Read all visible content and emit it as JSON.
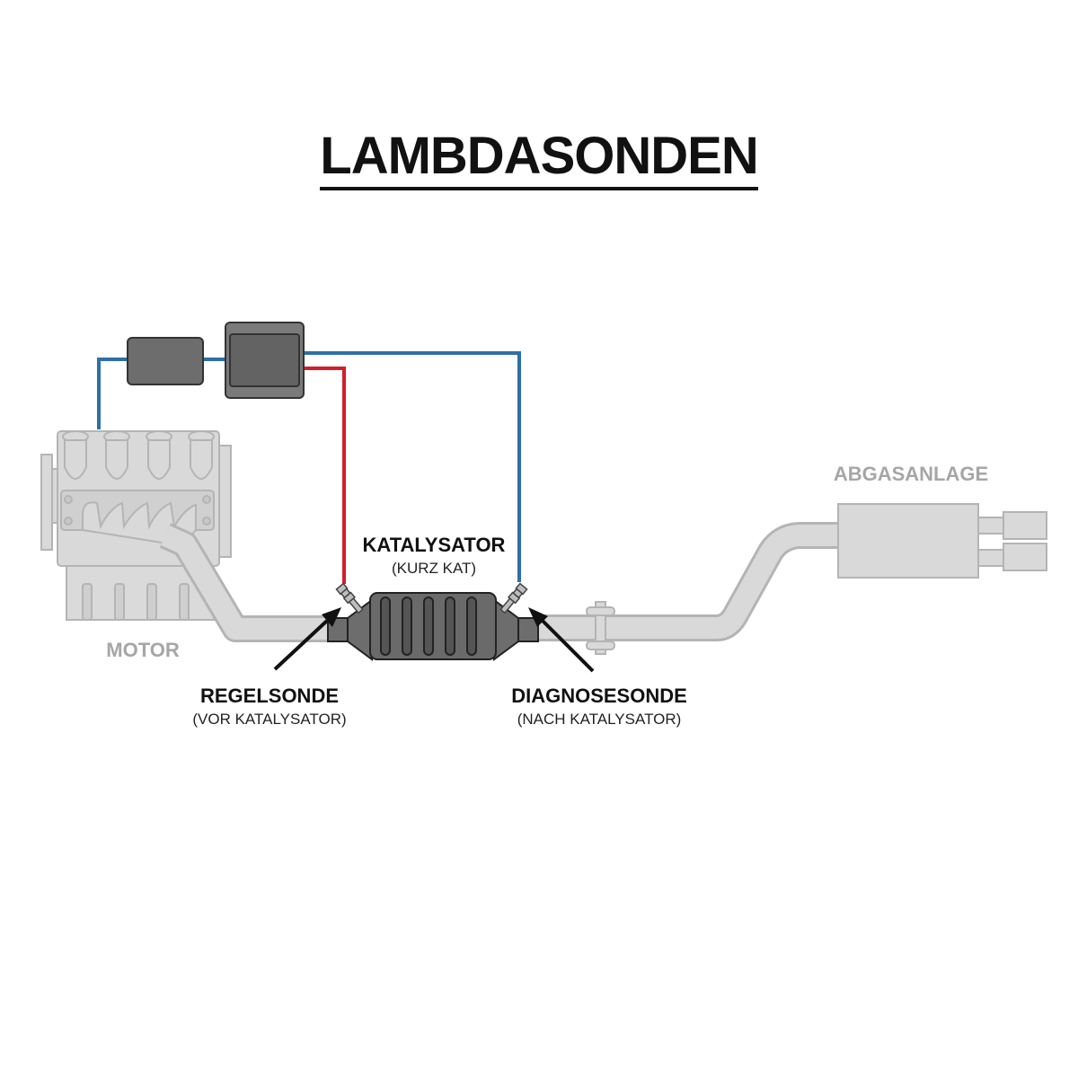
{
  "title": "LAMBDASONDEN",
  "labels": {
    "motor": "MOTOR",
    "abgasanlage": "ABGASANLAGE",
    "katalysator": {
      "main": "KATALYSATOR",
      "sub": "(KURZ KAT)"
    },
    "regelsonde": {
      "main": "REGELSONDE",
      "sub": "(VOR KATALYSATOR)"
    },
    "diagnosesonde": {
      "main": "DIAGNOSESONDE",
      "sub": "(NACH KATALYSATOR)"
    }
  },
  "colors": {
    "signal_blue": "#2e6fa8",
    "signal_red": "#d21f2b",
    "component_dark": "#6d6d6d",
    "pipe_grey": "#d9d9d9",
    "label_grey": "#a6a6a6"
  }
}
